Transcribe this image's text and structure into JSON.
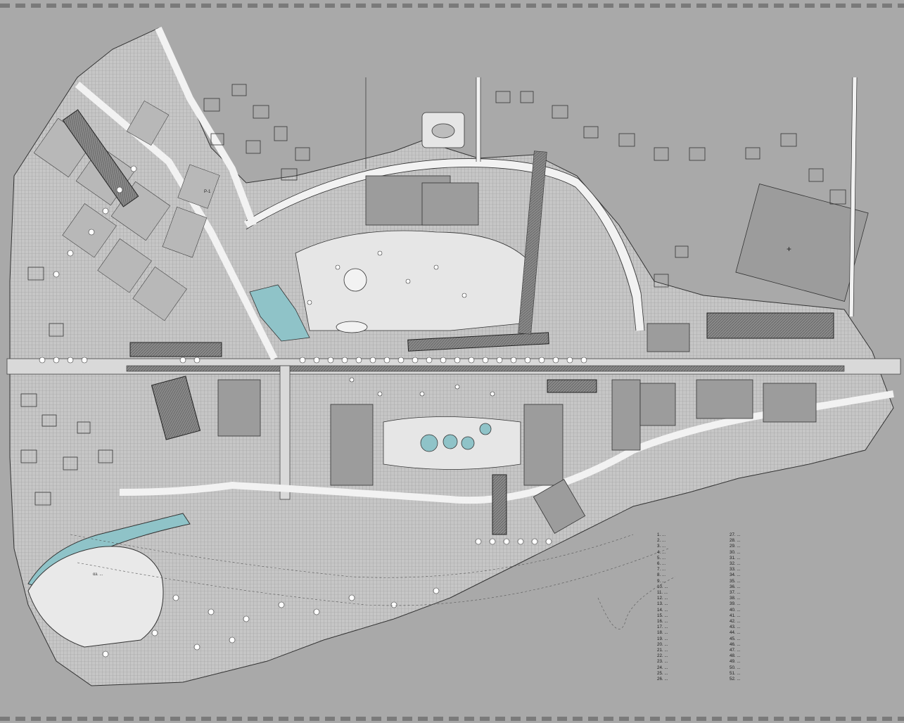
{
  "map": {
    "colors": {
      "background": "#a9a9a9",
      "block": "#c4c4c4",
      "street": "#f2f2f2",
      "building": "#8e8e8e",
      "building_dark": "#555555",
      "water": "#8fc3c8",
      "outline": "#333333",
      "tree": "#ffffff"
    },
    "labels": {
      "lake_label": "оз. ...",
      "block_code": "Р-1",
      "north_arrow": "+"
    }
  },
  "legend": {
    "left": [
      "1. ...",
      "2. ...",
      "3. ...",
      "4. ...",
      "5. ...",
      "6. ...",
      "7. ...",
      "8. ...",
      "9. ...",
      "10. ...",
      "11. ...",
      "12. ...",
      "13. ...",
      "14. ...",
      "15. ...",
      "16. ...",
      "17. ...",
      "18. ...",
      "19. ...",
      "20. ...",
      "21. ...",
      "22. ...",
      "23. ...",
      "24. ...",
      "25. ...",
      "26. ..."
    ],
    "right": [
      "27. ...",
      "28. ...",
      "29. ...",
      "30. ...",
      "31. ...",
      "32. ...",
      "33. ...",
      "34. ...",
      "35. ...",
      "36. ...",
      "37. ...",
      "38. ...",
      "39. ...",
      "40. ...",
      "41. ...",
      "42. ...",
      "43. ...",
      "44. ...",
      "45. ...",
      "46. ...",
      "47. ...",
      "48. ...",
      "49. ...",
      "50. ...",
      "51. ...",
      "52. ..."
    ]
  }
}
